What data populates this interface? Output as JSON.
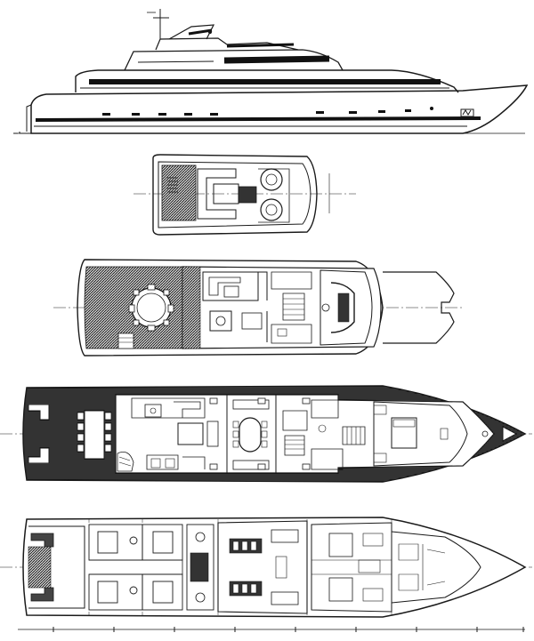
{
  "drawing": {
    "views": [
      {
        "id": "profile",
        "name": "side-profile"
      },
      {
        "id": "flybridge",
        "name": "flybridge-deck-plan"
      },
      {
        "id": "upper",
        "name": "upper-deck-plan"
      },
      {
        "id": "main",
        "name": "main-deck-plan"
      },
      {
        "id": "lower",
        "name": "lower-deck-plan"
      }
    ],
    "scale_ticks": [
      "0",
      "1",
      "2",
      "3",
      "4",
      "5",
      "6",
      "7",
      "8"
    ],
    "colors": {
      "line": "#1a1a1a",
      "hatch": "#333333",
      "paper": "#ffffff"
    }
  }
}
